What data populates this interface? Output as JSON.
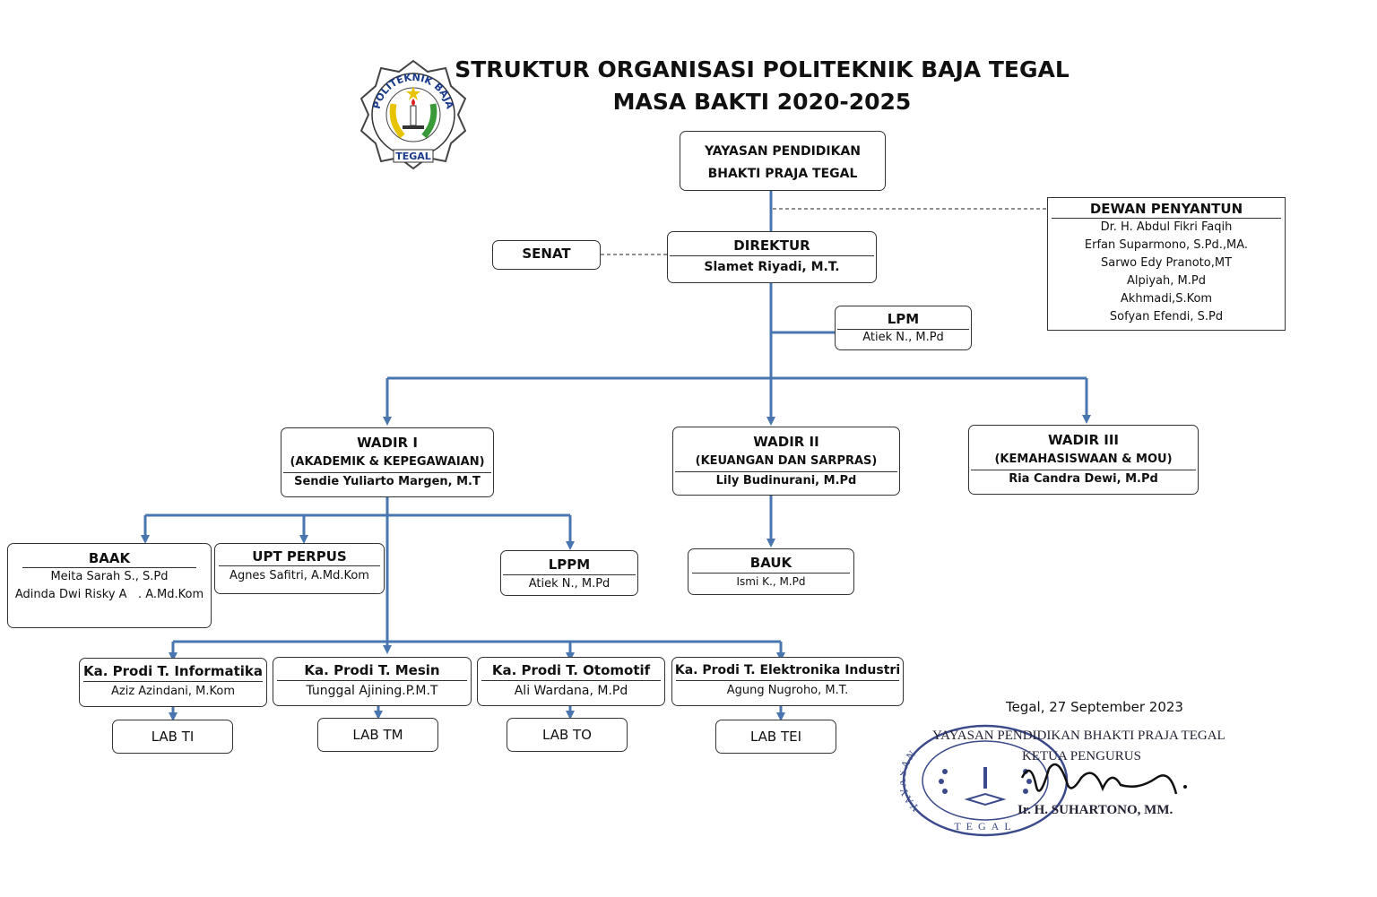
{
  "title": {
    "line1": "STRUKTUR ORGANISASI POLITEKNIK BAJA TEGAL",
    "line2": "MASA BAKTI 2020-2025"
  },
  "logo": {
    "top_text": "POLITEKNIK BAJA",
    "bottom_text": "TEGAL"
  },
  "yayasan": {
    "line1": "YAYASAN PENDIDIKAN",
    "line2": "BHAKTI PRAJA TEGAL"
  },
  "dewan": {
    "title": "DEWAN PENYANTUN",
    "members": [
      "Dr. H. Abdul Fikri Faqih",
      "Erfan Suparmono, S.Pd.,MA.",
      "Sarwo Edy Pranoto,MT",
      "Alpiyah, M.Pd",
      "Akhmadi,S.Kom",
      "Sofyan Efendi, S.Pd"
    ]
  },
  "senat": {
    "title": "SENAT"
  },
  "direktur": {
    "title": "DIREKTUR",
    "name": "Slamet Riyadi, M.T."
  },
  "lpm": {
    "title": "LPM",
    "name": "Atiek N., M.Pd"
  },
  "wadir1": {
    "title": "WADIR I",
    "sub": "(AKADEMIK & KEPEGAWAIAN)",
    "name": "Sendie Yuliarto Margen, M.T"
  },
  "wadir2": {
    "title": "WADIR II",
    "sub": "(KEUANGAN DAN SARPRAS)",
    "name": "Lily Budinurani, M.Pd"
  },
  "wadir3": {
    "title": "WADIR III",
    "sub": "(KEMAHASISWAAN & MOU)",
    "name": "Ria Candra Dewi, M.Pd"
  },
  "baak": {
    "title": "BAAK",
    "name1": "Meita Sarah S., S.Pd",
    "name2": "Adinda Dwi Risky A   . A.Md.Kom"
  },
  "perpus": {
    "title": "UPT PERPUS",
    "name": "Agnes Safitri, A.Md.Kom"
  },
  "lppm": {
    "title": "LPPM",
    "name": "Atiek N., M.Pd"
  },
  "bauk": {
    "title": "BAUK",
    "name": "Ismi K., M.Pd"
  },
  "prodi": [
    {
      "title": "Ka. Prodi T. Informatika",
      "name": "Aziz  Azindani, M.Kom",
      "lab": "LAB TI"
    },
    {
      "title": "Ka. Prodi T. Mesin",
      "name": "Tunggal Ajining.P.M.T",
      "lab": "LAB TM"
    },
    {
      "title": "Ka. Prodi T. Otomotif",
      "name": "Ali Wardana, M.Pd",
      "lab": "LAB TO"
    },
    {
      "title": "Ka. Prodi T. Elektronika Industri",
      "name": "Agung Nugroho, M.T.",
      "lab": "LAB TEI"
    }
  ],
  "signature": {
    "place_date": "Tegal, 27 September 2023",
    "org": "YAYASAN PENDIDIKAN BHAKTI PRAJA TEGAL",
    "role": "KETUA PENGURUS",
    "name": "Ir. H. SUHARTONO, MM.",
    "seal_bottom": "TEGAL",
    "seal_left": "YAYASAN"
  },
  "colors": {
    "connector": "#4a76b0",
    "border": "#333333"
  }
}
